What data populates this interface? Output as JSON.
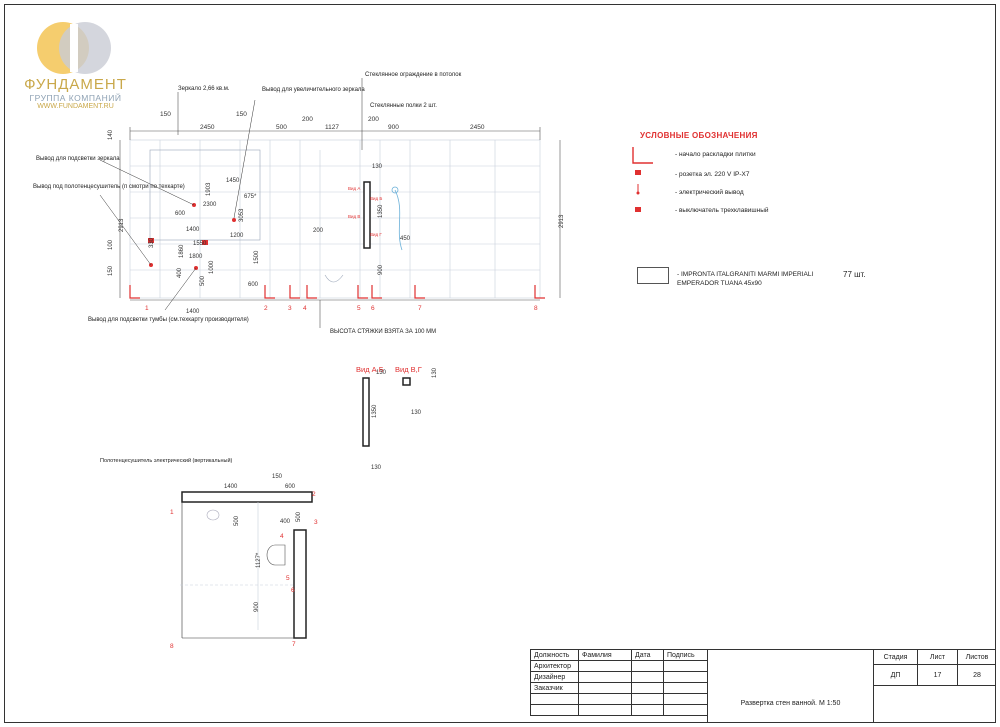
{
  "logo": {
    "title": "ФУНДАМЕНТ",
    "subtitle": "ГРУППА КОМПАНИЙ",
    "url": "WWW.FUNDAMENT.RU"
  },
  "annotations": {
    "mirror_area": "Зеркало 2,66 кв.м.",
    "magnifier_outlet": "Вывод для увеличительного зеркала",
    "glass_partition": "Стеклянное ограждение в потолок",
    "glass_shelves": "Стеклянные полки 2 шт.",
    "mirror_light": "Вывод для подсветки зеркала",
    "towel_heater_outlet": "Вывод под полотенцесушитель (п смотри по техкарте)",
    "cabinet_light": "Вывод для подсветки тумбы (см.техкарту производителя)",
    "screed_height": "ВЫСОТА СТЯЖКИ ВЗЯТА ЗА 100 ММ",
    "towel_heater_plan": "Полотенцесушитель электрический (вертикальный)"
  },
  "views": {
    "view_ab": "Вид А,Б",
    "view_vg": "Вид В,Г"
  },
  "dimensions_top": [
    "150",
    "2450",
    "150",
    "500",
    "200",
    "1127",
    "200",
    "900",
    "2450"
  ],
  "dimensions_misc": [
    "140",
    "2913",
    "2913",
    "1903",
    "2300",
    "675*",
    "3053",
    "1450",
    "600",
    "1400",
    "1200",
    "1550",
    "1800",
    "1500",
    "1860",
    "1000",
    "100",
    "150",
    "400",
    "500",
    "600",
    "330",
    "200",
    "130",
    "1350",
    "450",
    "900",
    "1400"
  ],
  "view_dims": [
    "130",
    "1350",
    "130",
    "130",
    "130"
  ],
  "plan_dims": [
    "1400",
    "150",
    "600",
    "500",
    "400",
    "500",
    "1127*",
    "900"
  ],
  "wall_markers": [
    "1",
    "2",
    "3",
    "4",
    "5",
    "6",
    "7",
    "8"
  ],
  "shelf_labels": [
    "Вид А",
    "Вид Б",
    "Вид В",
    "Вид Г"
  ],
  "legend": {
    "title": "УСЛОВНЫЕ ОБОЗНАЧЕНИЯ",
    "items": [
      {
        "icon": "tile-start-icon",
        "label": "- начало раскладки плитки"
      },
      {
        "icon": "socket-icon",
        "label": "- розетка эл. 220 V IP-X7"
      },
      {
        "icon": "electric-outlet-icon",
        "label": "- электрический вывод"
      },
      {
        "icon": "triple-switch-icon",
        "label": "- выключатель трехклавишный"
      }
    ],
    "tile_name": "- IMPRONTA ITALGRANITI MARMI IMPERIALI EMPERADOR TUANA 45x90",
    "tile_count": "77 шт."
  },
  "stamp": {
    "headers": [
      "Должность",
      "Фамилия",
      "Дата",
      "Подпись"
    ],
    "roles": [
      "Архитектор",
      "Дизайнер",
      "Заказчик"
    ],
    "title": "Развертка стен ванной. М 1:50",
    "stage_label": "Стадия",
    "sheet_label": "Лист",
    "sheets_label": "Листов",
    "stage": "ДП",
    "sheet": "17",
    "sheets": "28"
  },
  "colors": {
    "accent": "#e03030",
    "line": "#333333",
    "grid": "#c8d0dc",
    "logo_gold": "#f2c14a",
    "logo_grey": "#c9ccd4"
  }
}
